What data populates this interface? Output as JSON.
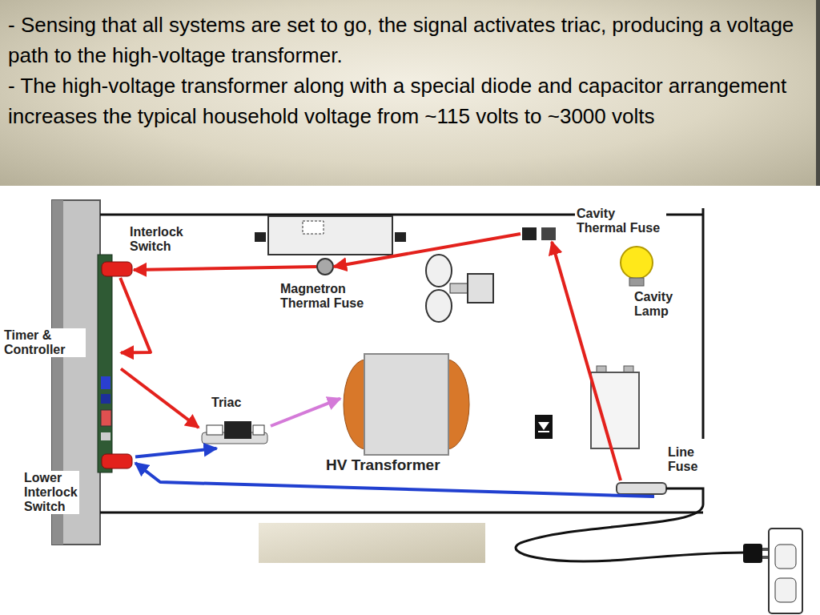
{
  "diagram": {
    "nodes": [
      {
        "text": [
          "Interlock Switch"
        ]
      },
      {
        "text": [
          "Cavity Thermal Fuse"
        ]
      },
      {
        "text": [
          "Magnetron Thermal Fuse"
        ]
      },
      {
        "text": [
          "Cavity Lamp"
        ]
      },
      {
        "text": [
          "Timer & Controller"
        ]
      },
      {
        "text": [
          "Triac"
        ]
      },
      {
        "text": [
          "HV Transformer"
        ]
      },
      {
        "text": [
          "Line Fuse"
        ]
      },
      {
        "text": [
          "Lower Interlock Switch"
        ]
      }
    ],
    "edges": [
      {
        "from": 7,
        "to": 1,
        "arrow": "to"
      },
      {
        "from": 1,
        "to": 2,
        "arrow": "to"
      },
      {
        "from": 2,
        "to": 0,
        "arrow": "to"
      },
      {
        "from": 0,
        "to": 4,
        "arrow": "to"
      },
      {
        "from": 4,
        "to": 5,
        "arrow": "to"
      },
      {
        "from": 5,
        "to": 6,
        "arrow": "to"
      },
      {
        "from": 7,
        "to": 8,
        "arrow": "to"
      },
      {
        "from": 8,
        "to": 5,
        "arrow": "to"
      }
    ],
    "labels": [
      "- Sensing that all systems are set to go, the signal activates triac, producing a voltage path to the high-voltage transformer.",
      "- The high-voltage transformer along with a special diode and capacitor arrangement increases the typical household voltage from ~115 volts to ~3000 volts"
    ]
  }
}
